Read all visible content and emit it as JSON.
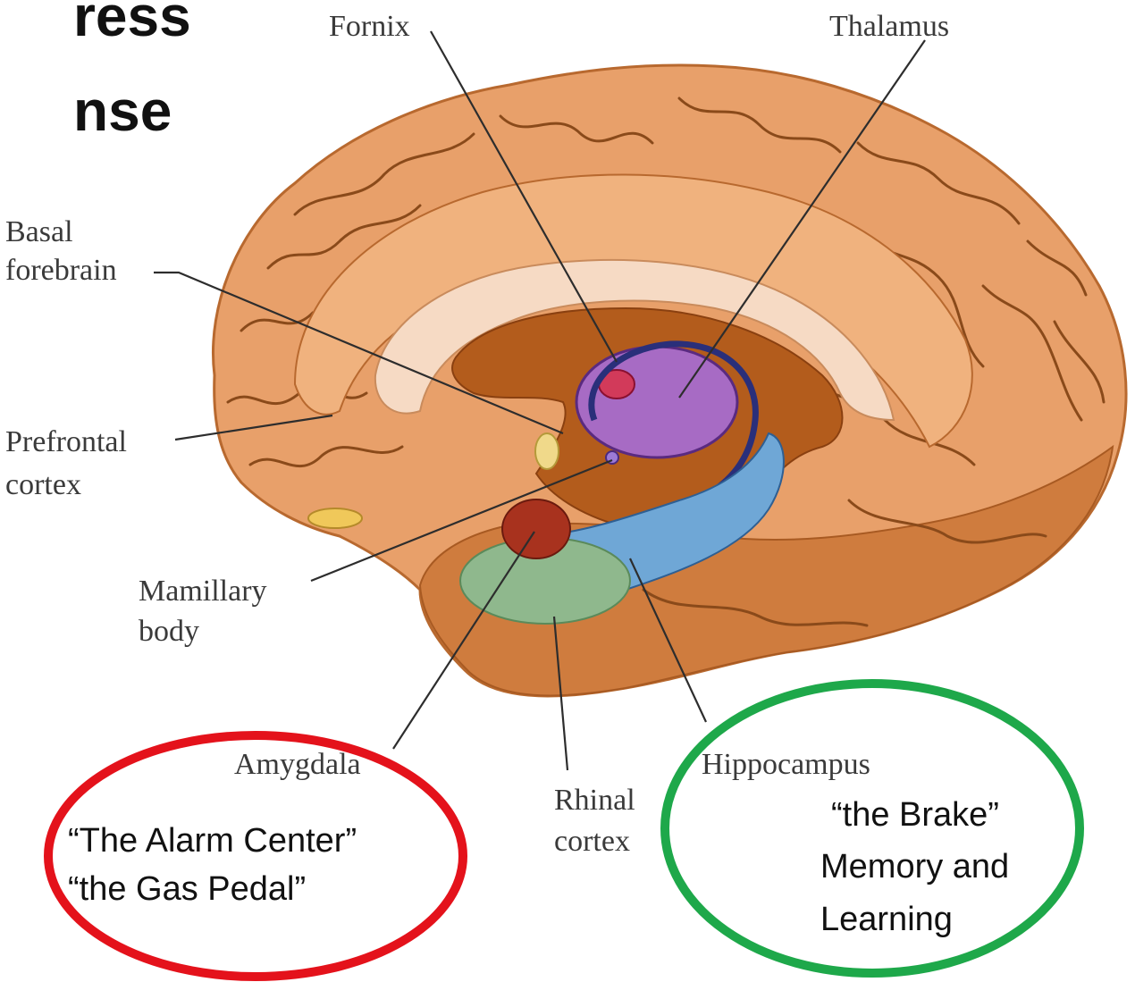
{
  "title_fragment": {
    "line1": "ress",
    "line2": "nse"
  },
  "labels": {
    "fornix": "Fornix",
    "thalamus": "Thalamus",
    "basal_forebrain": [
      "Basal",
      "forebrain"
    ],
    "prefrontal_cortex": [
      "Prefrontal",
      "cortex"
    ],
    "mamillary_body": [
      "Mamillary",
      "body"
    ],
    "amygdala": "Amygdala",
    "rhinal_cortex": [
      "Rhinal",
      "cortex"
    ],
    "hippocampus": "Hippocampus"
  },
  "annotations": {
    "amygdala_notes": [
      "“The Alarm Center”",
      "“the Gas Pedal”"
    ],
    "hippocampus_notes": [
      "“the Brake”",
      "Memory and",
      "Learning"
    ]
  },
  "colors": {
    "cortex": "#e8a06a",
    "cortex_shadow": "#c8733a",
    "corpus_callosum": "#f6dac4",
    "diencephalon": "#b35c1c",
    "thalamus": "#a76bc4",
    "hippocampus": "#6fa7d6",
    "amygdala": "#a8321e",
    "rhinal": "#8fb88d",
    "red_circle": "#e4121b",
    "green_circle": "#1ea84a"
  }
}
